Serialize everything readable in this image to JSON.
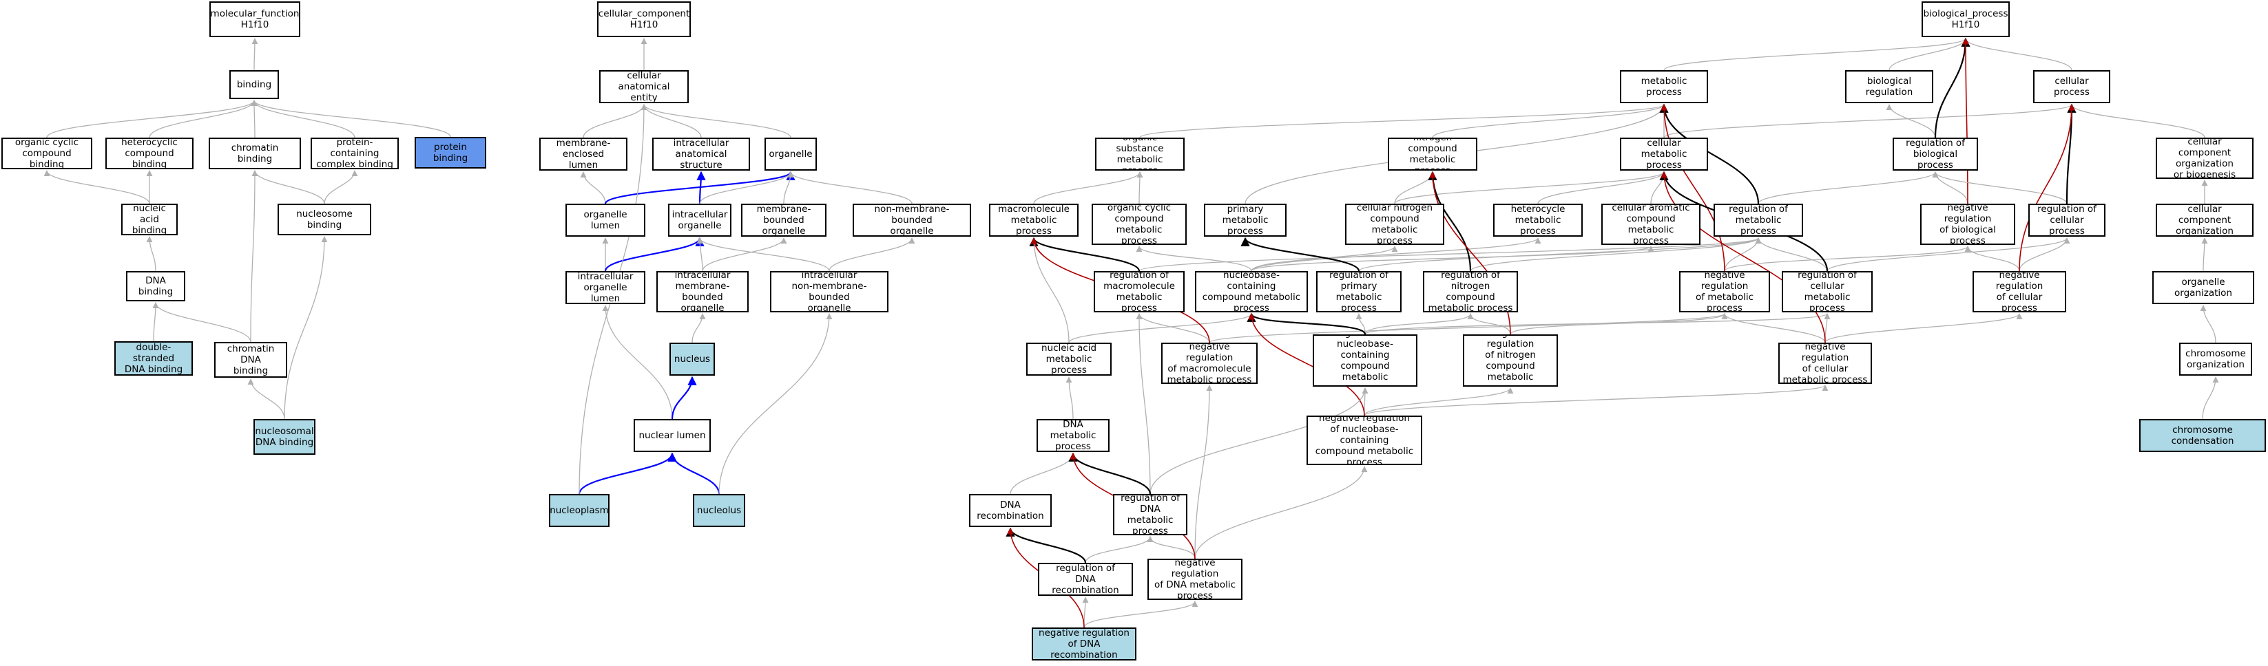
{
  "nodes": [
    {
      "id": "mf_root",
      "label": "molecular_function\nH1f10"
    },
    {
      "id": "binding",
      "label": "binding"
    },
    {
      "id": "org_cyclic_binding",
      "label": "organic cyclic\ncompound binding"
    },
    {
      "id": "heterocyclic_binding",
      "label": "heterocyclic\ncompound binding"
    },
    {
      "id": "chromatin_binding",
      "label": "chromatin binding"
    },
    {
      "id": "protein_complex_binding",
      "label": "protein-containing\ncomplex binding"
    },
    {
      "id": "protein_binding",
      "label": "protein binding",
      "style": "blue"
    },
    {
      "id": "nucleic_acid_binding",
      "label": "nucleic acid\nbinding"
    },
    {
      "id": "nucleosome_binding",
      "label": "nucleosome binding"
    },
    {
      "id": "dna_binding",
      "label": "DNA binding"
    },
    {
      "id": "ds_dna_binding",
      "label": "double-stranded\nDNA binding",
      "style": "hl"
    },
    {
      "id": "chromatin_dna_binding",
      "label": "chromatin DNA\nbinding"
    },
    {
      "id": "nucleosomal_dna_binding",
      "label": "nucleosomal\nDNA binding",
      "style": "hl"
    },
    {
      "id": "cc_root",
      "label": "cellular_component\nH1f10"
    },
    {
      "id": "cell_anat",
      "label": "cellular anatomical\nentity"
    },
    {
      "id": "membrane_lumen",
      "label": "membrane-enclosed\nlumen"
    },
    {
      "id": "intra_anat",
      "label": "intracellular\nanatomical structure"
    },
    {
      "id": "organelle",
      "label": "organelle"
    },
    {
      "id": "organelle_lumen",
      "label": "organelle lumen"
    },
    {
      "id": "intra_organelle",
      "label": "intracellular\norganelle"
    },
    {
      "id": "membrane_bounded",
      "label": "membrane-bounded\norganelle"
    },
    {
      "id": "non_membrane_bounded",
      "label": "non-membrane-bounded\norganelle"
    },
    {
      "id": "intra_organelle_lumen",
      "label": "intracellular\norganelle lumen"
    },
    {
      "id": "intra_membrane_bounded",
      "label": "intracellular\nmembrane-bounded\norganelle"
    },
    {
      "id": "intra_non_membrane",
      "label": "intracellular\nnon-membrane-bounded\norganelle"
    },
    {
      "id": "nucleus",
      "label": "nucleus",
      "style": "hl"
    },
    {
      "id": "nuclear_lumen",
      "label": "nuclear lumen"
    },
    {
      "id": "nucleoplasm",
      "label": "nucleoplasm",
      "style": "hl"
    },
    {
      "id": "nucleolus",
      "label": "nucleolus",
      "style": "hl"
    },
    {
      "id": "bp_root",
      "label": "biological_process\nH1f10"
    },
    {
      "id": "metabolic",
      "label": "metabolic process"
    },
    {
      "id": "bio_reg",
      "label": "biological regulation"
    },
    {
      "id": "cellular_process",
      "label": "cellular process"
    },
    {
      "id": "org_sub_met",
      "label": "organic substance\nmetabolic process"
    },
    {
      "id": "nitrogen_met",
      "label": "nitrogen compound\nmetabolic process"
    },
    {
      "id": "cell_met",
      "label": "cellular metabolic\nprocess"
    },
    {
      "id": "reg_bio",
      "label": "regulation of\nbiological process"
    },
    {
      "id": "cc_org_bio",
      "label": "cellular component\norganization\nor biogenesis"
    },
    {
      "id": "macro_met",
      "label": "macromolecule\nmetabolic process"
    },
    {
      "id": "org_cyc_met",
      "label": "organic cyclic\ncompound metabolic\nprocess"
    },
    {
      "id": "primary_met",
      "label": "primary metabolic\nprocess"
    },
    {
      "id": "cell_nitrogen_met",
      "label": "cellular nitrogen\ncompound metabolic\nprocess"
    },
    {
      "id": "heterocycle_met",
      "label": "heterocycle\nmetabolic process"
    },
    {
      "id": "cell_aromatic_met",
      "label": "cellular aromatic\ncompound metabolic\nprocess"
    },
    {
      "id": "reg_met",
      "label": "regulation of\nmetabolic process"
    },
    {
      "id": "neg_reg_bio",
      "label": "negative regulation\nof biological\nprocess"
    },
    {
      "id": "reg_cell_proc",
      "label": "regulation of\ncellular process"
    },
    {
      "id": "cc_org",
      "label": "cellular component\norganization"
    },
    {
      "id": "reg_macro_met",
      "label": "regulation of\nmacromolecule\nmetabolic process"
    },
    {
      "id": "nucleobase_met",
      "label": "nucleobase-containing\ncompound metabolic\nprocess"
    },
    {
      "id": "reg_primary_met",
      "label": "regulation of\nprimary metabolic\nprocess"
    },
    {
      "id": "reg_nitrogen_met",
      "label": "regulation of\nnitrogen compound\nmetabolic process"
    },
    {
      "id": "neg_reg_met",
      "label": "negative regulation\nof metabolic\nprocess"
    },
    {
      "id": "reg_cell_met",
      "label": "regulation of\ncellular metabolic\nprocess"
    },
    {
      "id": "neg_reg_cell_proc",
      "label": "negative regulation\nof cellular\nprocess"
    },
    {
      "id": "organelle_org",
      "label": "organelle organization"
    },
    {
      "id": "nucleic_acid_met",
      "label": "nucleic acid\nmetabolic process"
    },
    {
      "id": "neg_reg_macro_met",
      "label": "negative regulation\nof macromolecule\nmetabolic process"
    },
    {
      "id": "reg_nucleobase_met",
      "label": "regulation of\nnucleobase-containing\ncompound metabolic\nprocess"
    },
    {
      "id": "neg_reg_nitrogen_met",
      "label": "negative regulation\nof nitrogen\ncompound metabolic\nprocess"
    },
    {
      "id": "neg_reg_cell_met",
      "label": "negative regulation\nof cellular\nmetabolic process"
    },
    {
      "id": "chromosome_org",
      "label": "chromosome organization"
    },
    {
      "id": "dna_met",
      "label": "DNA metabolic\nprocess"
    },
    {
      "id": "neg_reg_nucleobase_met",
      "label": "negative regulation\nof nucleobase-containing\ncompound metabolic\nprocess"
    },
    {
      "id": "chromosome_condensation",
      "label": "chromosome condensation",
      "style": "hl"
    },
    {
      "id": "dna_recombination",
      "label": "DNA recombination"
    },
    {
      "id": "reg_dna_met",
      "label": "regulation of\nDNA metabolic\nprocess"
    },
    {
      "id": "reg_dna_recomb",
      "label": "regulation of\nDNA recombination"
    },
    {
      "id": "neg_reg_dna_met",
      "label": "negative regulation\nof DNA metabolic\nprocess"
    },
    {
      "id": "neg_reg_dna_recomb",
      "label": "negative regulation\nof DNA recombination",
      "style": "hl"
    }
  ],
  "edges": [
    {
      "from": "binding",
      "to": "mf_root",
      "kind": "is_a"
    },
    {
      "from": "org_cyclic_binding",
      "to": "binding",
      "kind": "is_a"
    },
    {
      "from": "heterocyclic_binding",
      "to": "binding",
      "kind": "is_a"
    },
    {
      "from": "chromatin_binding",
      "to": "binding",
      "kind": "is_a"
    },
    {
      "from": "protein_complex_binding",
      "to": "binding",
      "kind": "is_a"
    },
    {
      "from": "protein_binding",
      "to": "binding",
      "kind": "is_a"
    },
    {
      "from": "nucleic_acid_binding",
      "to": "org_cyclic_binding",
      "kind": "is_a"
    },
    {
      "from": "nucleic_acid_binding",
      "to": "heterocyclic_binding",
      "kind": "is_a"
    },
    {
      "from": "nucleosome_binding",
      "to": "chromatin_binding",
      "kind": "is_a"
    },
    {
      "from": "nucleosome_binding",
      "to": "protein_complex_binding",
      "kind": "is_a"
    },
    {
      "from": "dna_binding",
      "to": "nucleic_acid_binding",
      "kind": "is_a"
    },
    {
      "from": "ds_dna_binding",
      "to": "dna_binding",
      "kind": "is_a"
    },
    {
      "from": "chromatin_dna_binding",
      "to": "dna_binding",
      "kind": "is_a"
    },
    {
      "from": "chromatin_dna_binding",
      "to": "chromatin_binding",
      "kind": "is_a"
    },
    {
      "from": "nucleosomal_dna_binding",
      "to": "chromatin_dna_binding",
      "kind": "is_a"
    },
    {
      "from": "nucleosomal_dna_binding",
      "to": "nucleosome_binding",
      "kind": "is_a"
    },
    {
      "from": "cell_anat",
      "to": "cc_root",
      "kind": "is_a"
    },
    {
      "from": "membrane_lumen",
      "to": "cell_anat",
      "kind": "is_a"
    },
    {
      "from": "intra_anat",
      "to": "cell_anat",
      "kind": "is_a"
    },
    {
      "from": "organelle",
      "to": "cell_anat",
      "kind": "is_a"
    },
    {
      "from": "organelle_lumen",
      "to": "membrane_lumen",
      "kind": "is_a"
    },
    {
      "from": "organelle_lumen",
      "to": "organelle",
      "kind": "part_of"
    },
    {
      "from": "intra_organelle",
      "to": "intra_anat",
      "kind": "part_of"
    },
    {
      "from": "intra_organelle",
      "to": "organelle",
      "kind": "is_a"
    },
    {
      "from": "membrane_bounded",
      "to": "organelle",
      "kind": "is_a"
    },
    {
      "from": "non_membrane_bounded",
      "to": "organelle",
      "kind": "is_a"
    },
    {
      "from": "intra_organelle_lumen",
      "to": "organelle_lumen",
      "kind": "is_a"
    },
    {
      "from": "intra_organelle_lumen",
      "to": "intra_organelle",
      "kind": "part_of"
    },
    {
      "from": "intra_membrane_bounded",
      "to": "intra_organelle",
      "kind": "is_a"
    },
    {
      "from": "intra_membrane_bounded",
      "to": "membrane_bounded",
      "kind": "is_a"
    },
    {
      "from": "intra_non_membrane",
      "to": "intra_organelle",
      "kind": "is_a"
    },
    {
      "from": "intra_non_membrane",
      "to": "non_membrane_bounded",
      "kind": "is_a"
    },
    {
      "from": "nucleus",
      "to": "intra_membrane_bounded",
      "kind": "is_a"
    },
    {
      "from": "nuclear_lumen",
      "to": "intra_organelle_lumen",
      "kind": "is_a"
    },
    {
      "from": "nuclear_lumen",
      "to": "nucleus",
      "kind": "part_of"
    },
    {
      "from": "nucleoplasm",
      "to": "nuclear_lumen",
      "kind": "part_of"
    },
    {
      "from": "nucleoplasm",
      "to": "cell_anat",
      "kind": "is_a"
    },
    {
      "from": "nucleolus",
      "to": "nuclear_lumen",
      "kind": "part_of"
    },
    {
      "from": "nucleolus",
      "to": "intra_non_membrane",
      "kind": "is_a"
    },
    {
      "from": "metabolic",
      "to": "bp_root",
      "kind": "is_a"
    },
    {
      "from": "bio_reg",
      "to": "bp_root",
      "kind": "is_a"
    },
    {
      "from": "cellular_process",
      "to": "bp_root",
      "kind": "is_a"
    },
    {
      "from": "org_sub_met",
      "to": "metabolic",
      "kind": "is_a"
    },
    {
      "from": "nitrogen_met",
      "to": "metabolic",
      "kind": "is_a"
    },
    {
      "from": "cell_met",
      "to": "metabolic",
      "kind": "is_a"
    },
    {
      "from": "cell_met",
      "to": "cellular_process",
      "kind": "is_a"
    },
    {
      "from": "reg_bio",
      "to": "bio_reg",
      "kind": "is_a"
    },
    {
      "from": "reg_bio",
      "to": "bp_root",
      "kind": "regulates"
    },
    {
      "from": "cc_org_bio",
      "to": "cellular_process",
      "kind": "is_a"
    },
    {
      "from": "macro_met",
      "to": "org_sub_met",
      "kind": "is_a"
    },
    {
      "from": "org_cyc_met",
      "to": "org_sub_met",
      "kind": "is_a"
    },
    {
      "from": "primary_met",
      "to": "metabolic",
      "kind": "is_a"
    },
    {
      "from": "cell_nitrogen_met",
      "to": "nitrogen_met",
      "kind": "is_a"
    },
    {
      "from": "cell_nitrogen_met",
      "to": "cell_met",
      "kind": "is_a"
    },
    {
      "from": "heterocycle_met",
      "to": "cell_met",
      "kind": "is_a"
    },
    {
      "from": "cell_aromatic_met",
      "to": "cell_met",
      "kind": "is_a"
    },
    {
      "from": "reg_met",
      "to": "reg_bio",
      "kind": "is_a"
    },
    {
      "from": "reg_met",
      "to": "metabolic",
      "kind": "regulates"
    },
    {
      "from": "neg_reg_bio",
      "to": "reg_bio",
      "kind": "is_a"
    },
    {
      "from": "neg_reg_bio",
      "to": "bp_root",
      "kind": "negatively_regulates"
    },
    {
      "from": "reg_cell_proc",
      "to": "reg_bio",
      "kind": "is_a"
    },
    {
      "from": "reg_cell_proc",
      "to": "cellular_process",
      "kind": "regulates"
    },
    {
      "from": "cc_org",
      "to": "cc_org_bio",
      "kind": "is_a"
    },
    {
      "from": "reg_macro_met",
      "to": "reg_met",
      "kind": "is_a"
    },
    {
      "from": "reg_macro_met",
      "to": "macro_met",
      "kind": "regulates"
    },
    {
      "from": "nucleobase_met",
      "to": "org_cyc_met",
      "kind": "is_a"
    },
    {
      "from": "nucleobase_met",
      "to": "cell_nitrogen_met",
      "kind": "is_a"
    },
    {
      "from": "nucleobase_met",
      "to": "heterocycle_met",
      "kind": "is_a"
    },
    {
      "from": "nucleobase_met",
      "to": "cell_aromatic_met",
      "kind": "is_a"
    },
    {
      "from": "reg_primary_met",
      "to": "reg_met",
      "kind": "is_a"
    },
    {
      "from": "reg_primary_met",
      "to": "primary_met",
      "kind": "regulates"
    },
    {
      "from": "reg_nitrogen_met",
      "to": "reg_met",
      "kind": "is_a"
    },
    {
      "from": "reg_nitrogen_met",
      "to": "nitrogen_met",
      "kind": "regulates"
    },
    {
      "from": "neg_reg_met",
      "to": "reg_met",
      "kind": "is_a"
    },
    {
      "from": "neg_reg_met",
      "to": "neg_reg_bio",
      "kind": "is_a"
    },
    {
      "from": "neg_reg_met",
      "to": "metabolic",
      "kind": "negatively_regulates"
    },
    {
      "from": "reg_cell_met",
      "to": "reg_met",
      "kind": "is_a"
    },
    {
      "from": "reg_cell_met",
      "to": "reg_cell_proc",
      "kind": "is_a"
    },
    {
      "from": "reg_cell_met",
      "to": "cell_met",
      "kind": "regulates"
    },
    {
      "from": "neg_reg_cell_proc",
      "to": "reg_cell_proc",
      "kind": "is_a"
    },
    {
      "from": "neg_reg_cell_proc",
      "to": "neg_reg_bio",
      "kind": "is_a"
    },
    {
      "from": "neg_reg_cell_proc",
      "to": "cellular_process",
      "kind": "negatively_regulates"
    },
    {
      "from": "organelle_org",
      "to": "cc_org",
      "kind": "is_a"
    },
    {
      "from": "nucleic_acid_met",
      "to": "macro_met",
      "kind": "is_a"
    },
    {
      "from": "nucleic_acid_met",
      "to": "nucleobase_met",
      "kind": "is_a"
    },
    {
      "from": "neg_reg_macro_met",
      "to": "reg_macro_met",
      "kind": "is_a"
    },
    {
      "from": "neg_reg_macro_met",
      "to": "neg_reg_met",
      "kind": "is_a"
    },
    {
      "from": "neg_reg_macro_met",
      "to": "macro_met",
      "kind": "negatively_regulates"
    },
    {
      "from": "reg_nucleobase_met",
      "to": "reg_nitrogen_met",
      "kind": "is_a"
    },
    {
      "from": "reg_nucleobase_met",
      "to": "reg_primary_met",
      "kind": "is_a"
    },
    {
      "from": "reg_nucleobase_met",
      "to": "reg_cell_met",
      "kind": "is_a"
    },
    {
      "from": "reg_nucleobase_met",
      "to": "nucleobase_met",
      "kind": "regulates"
    },
    {
      "from": "neg_reg_nitrogen_met",
      "to": "reg_nitrogen_met",
      "kind": "is_a"
    },
    {
      "from": "neg_reg_nitrogen_met",
      "to": "neg_reg_met",
      "kind": "is_a"
    },
    {
      "from": "neg_reg_nitrogen_met",
      "to": "nitrogen_met",
      "kind": "negatively_regulates"
    },
    {
      "from": "neg_reg_cell_met",
      "to": "reg_cell_met",
      "kind": "is_a"
    },
    {
      "from": "neg_reg_cell_met",
      "to": "neg_reg_met",
      "kind": "is_a"
    },
    {
      "from": "neg_reg_cell_met",
      "to": "neg_reg_cell_proc",
      "kind": "is_a"
    },
    {
      "from": "neg_reg_cell_met",
      "to": "cell_met",
      "kind": "negatively_regulates"
    },
    {
      "from": "chromosome_org",
      "to": "organelle_org",
      "kind": "is_a"
    },
    {
      "from": "dna_met",
      "to": "nucleic_acid_met",
      "kind": "is_a"
    },
    {
      "from": "neg_reg_nucleobase_met",
      "to": "reg_nucleobase_met",
      "kind": "is_a"
    },
    {
      "from": "neg_reg_nucleobase_met",
      "to": "neg_reg_nitrogen_met",
      "kind": "is_a"
    },
    {
      "from": "neg_reg_nucleobase_met",
      "to": "neg_reg_cell_met",
      "kind": "is_a"
    },
    {
      "from": "neg_reg_nucleobase_met",
      "to": "nucleobase_met",
      "kind": "negatively_regulates"
    },
    {
      "from": "chromosome_condensation",
      "to": "chromosome_org",
      "kind": "is_a"
    },
    {
      "from": "dna_recombination",
      "to": "dna_met",
      "kind": "is_a"
    },
    {
      "from": "reg_dna_met",
      "to": "reg_macro_met",
      "kind": "is_a"
    },
    {
      "from": "reg_dna_met",
      "to": "reg_nucleobase_met",
      "kind": "is_a"
    },
    {
      "from": "reg_dna_met",
      "to": "dna_met",
      "kind": "regulates"
    },
    {
      "from": "reg_dna_recomb",
      "to": "reg_dna_met",
      "kind": "is_a"
    },
    {
      "from": "reg_dna_recomb",
      "to": "dna_recombination",
      "kind": "regulates"
    },
    {
      "from": "neg_reg_dna_met",
      "to": "reg_dna_met",
      "kind": "is_a"
    },
    {
      "from": "neg_reg_dna_met",
      "to": "neg_reg_macro_met",
      "kind": "is_a"
    },
    {
      "from": "neg_reg_dna_met",
      "to": "neg_reg_nucleobase_met",
      "kind": "is_a"
    },
    {
      "from": "neg_reg_dna_met",
      "to": "dna_met",
      "kind": "negatively_regulates"
    },
    {
      "from": "neg_reg_dna_recomb",
      "to": "reg_dna_recomb",
      "kind": "is_a"
    },
    {
      "from": "neg_reg_dna_recomb",
      "to": "neg_reg_dna_met",
      "kind": "is_a"
    },
    {
      "from": "neg_reg_dna_recomb",
      "to": "dna_recombination",
      "kind": "negatively_regulates"
    }
  ],
  "edge_colors": {
    "is_a": "#b0b0b0",
    "part_of": "#0000ff",
    "regulates": "#000000",
    "negatively_regulates": "#b00000"
  },
  "node_colors": {
    "default": "#ffffff",
    "hl": "#add8e6",
    "blue": "#6495ed"
  }
}
